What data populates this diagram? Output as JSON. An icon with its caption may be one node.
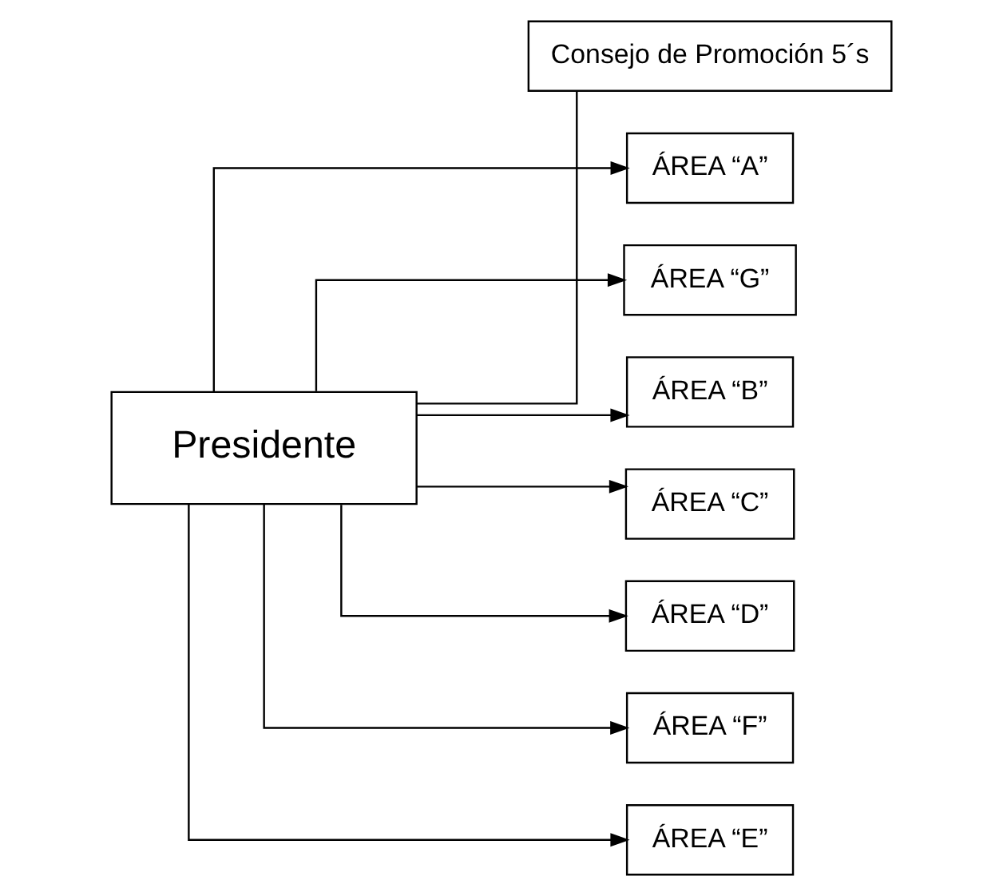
{
  "diagram": {
    "nodes": [
      {
        "text": [
          "Presidente"
        ]
      },
      {
        "text": [
          "Consejo de Promoción 5´s"
        ]
      },
      {
        "text": [
          "ÁREA “A”"
        ]
      },
      {
        "text": [
          "ÁREA “G”"
        ]
      },
      {
        "text": [
          "ÁREA “B”"
        ]
      },
      {
        "text": [
          "ÁREA “C”"
        ]
      },
      {
        "text": [
          "ÁREA “D”"
        ]
      },
      {
        "text": [
          "ÁREA “F”"
        ]
      },
      {
        "text": [
          "ÁREA “E”"
        ]
      }
    ],
    "edges": [
      {
        "from": 0,
        "to": 1,
        "arrow": "none"
      },
      {
        "from": 0,
        "to": 2,
        "arrow": "to"
      },
      {
        "from": 0,
        "to": 3,
        "arrow": "to"
      },
      {
        "from": 0,
        "to": 4,
        "arrow": "to"
      },
      {
        "from": 0,
        "to": 5,
        "arrow": "to"
      },
      {
        "from": 0,
        "to": 6,
        "arrow": "to"
      },
      {
        "from": 0,
        "to": 7,
        "arrow": "to"
      },
      {
        "from": 0,
        "to": 8,
        "arrow": "to"
      }
    ]
  }
}
